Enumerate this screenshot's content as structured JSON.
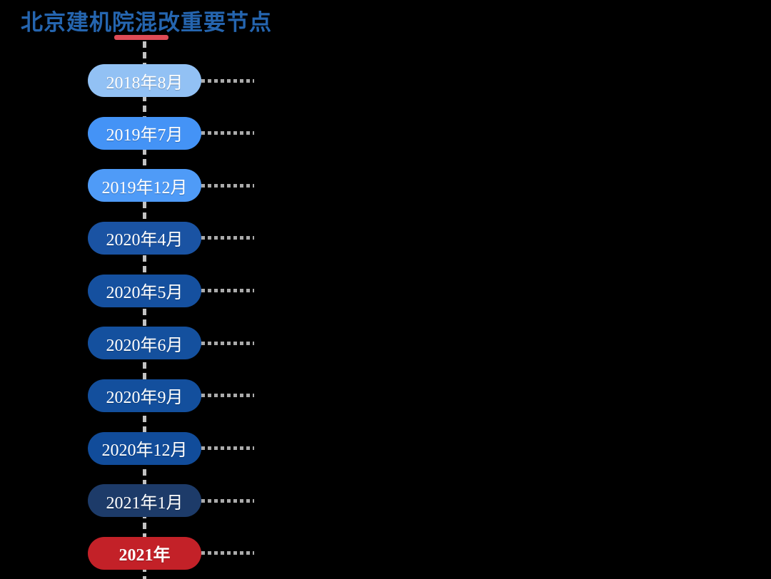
{
  "page": {
    "background": "#000000",
    "title": "北京建机院混改重要节点",
    "title_color": "#2565AF",
    "underline_color": "#DF4B56",
    "line_color": "#C3C3C3",
    "connector_color": "#ABABAB"
  },
  "timeline": {
    "items": [
      {
        "label": "2018年8月",
        "color": "#92C1F4",
        "bold": false
      },
      {
        "label": "2019年7月",
        "color": "#4493F6",
        "bold": false
      },
      {
        "label": "2019年12月",
        "color": "#4F9BF7",
        "bold": false
      },
      {
        "label": "2020年4月",
        "color": "#1A53A3",
        "bold": false
      },
      {
        "label": "2020年5月",
        "color": "#15509F",
        "bold": false
      },
      {
        "label": "2020年6月",
        "color": "#14509E",
        "bold": false
      },
      {
        "label": "2020年9月",
        "color": "#134F9D",
        "bold": false
      },
      {
        "label": "2020年12月",
        "color": "#114C9A",
        "bold": false
      },
      {
        "label": "2021年1月",
        "color": "#1D3B69",
        "bold": false
      },
      {
        "label": "2021年",
        "color": "#C32128",
        "bold": true
      }
    ]
  }
}
